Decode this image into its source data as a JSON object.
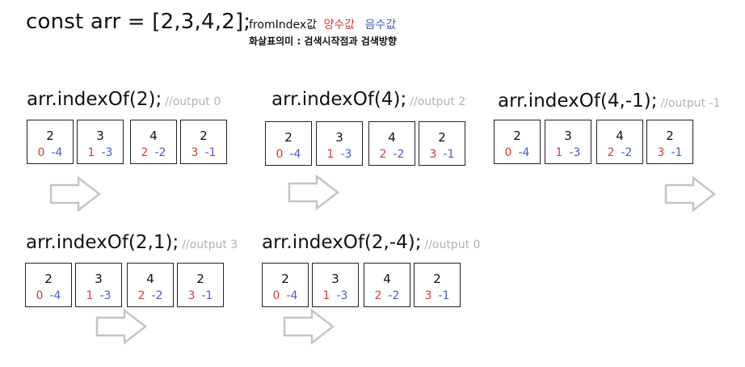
{
  "header": {
    "code": "const arr = [2,3,4,2];",
    "legend": {
      "from_index": "fromIndex값",
      "positive": "양수값",
      "negative": "음수값",
      "meaning": "화살표의미 : 검색시작점과 검색방향"
    }
  },
  "colors": {
    "positive": "#d83a3a",
    "negative": "#4a5cc0",
    "output": "#b3b3b3",
    "arrow": "#c4c4c4"
  },
  "panels": [
    {
      "call": "arr.indexOf(2);",
      "output": "//output 0",
      "cells": [
        {
          "value": "2",
          "pos": "0",
          "neg": "-4"
        },
        {
          "value": "3",
          "pos": "1",
          "neg": "-3"
        },
        {
          "value": "4",
          "pos": "2",
          "neg": "-2"
        },
        {
          "value": "2",
          "pos": "3",
          "neg": "-1"
        }
      ],
      "arrow_icon": "right-arrow-icon"
    },
    {
      "call": "arr.indexOf(4);",
      "output": "//output 2",
      "cells": [
        {
          "value": "2",
          "pos": "0",
          "neg": "-4"
        },
        {
          "value": "3",
          "pos": "1",
          "neg": "-3"
        },
        {
          "value": "4",
          "pos": "2",
          "neg": "-2"
        },
        {
          "value": "2",
          "pos": "3",
          "neg": "-1"
        }
      ],
      "arrow_icon": "right-arrow-icon"
    },
    {
      "call": "arr.indexOf(4,-1);",
      "output": "//output -1",
      "cells": [
        {
          "value": "2",
          "pos": "0",
          "neg": "-4"
        },
        {
          "value": "3",
          "pos": "1",
          "neg": "-3"
        },
        {
          "value": "4",
          "pos": "2",
          "neg": "-2"
        },
        {
          "value": "2",
          "pos": "3",
          "neg": "-1"
        }
      ],
      "arrow_icon": "right-arrow-icon"
    },
    {
      "call": "arr.indexOf(2,1);",
      "output": "//output 3",
      "cells": [
        {
          "value": "2",
          "pos": "0",
          "neg": "-4"
        },
        {
          "value": "3",
          "pos": "1",
          "neg": "-3"
        },
        {
          "value": "4",
          "pos": "2",
          "neg": "-2"
        },
        {
          "value": "2",
          "pos": "3",
          "neg": "-1"
        }
      ],
      "arrow_icon": "right-arrow-icon"
    },
    {
      "call": "arr.indexOf(2,-4);",
      "output": "//output 0",
      "cells": [
        {
          "value": "2",
          "pos": "0",
          "neg": "-4"
        },
        {
          "value": "3",
          "pos": "1",
          "neg": "-3"
        },
        {
          "value": "4",
          "pos": "2",
          "neg": "-2"
        },
        {
          "value": "2",
          "pos": "3",
          "neg": "-1"
        }
      ],
      "arrow_icon": "right-arrow-icon"
    }
  ]
}
